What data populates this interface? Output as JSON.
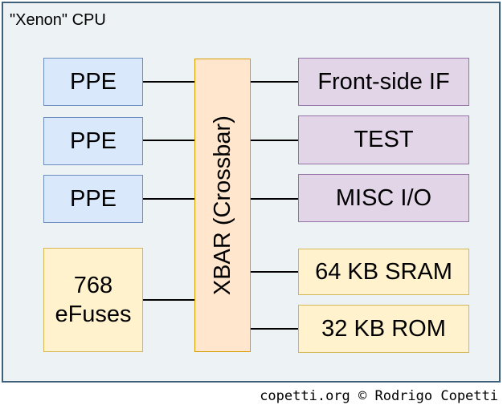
{
  "diagram": {
    "title": "\"Xenon\" CPU",
    "nodes": {
      "ppe1": {
        "label": "PPE"
      },
      "ppe2": {
        "label": "PPE"
      },
      "ppe3": {
        "label": "PPE"
      },
      "efuses": {
        "line1": "768",
        "line2": "eFuses"
      },
      "xbar": {
        "label": "XBAR (Crossbar)"
      },
      "frontside_if": {
        "label": "Front-side IF"
      },
      "test": {
        "label": "TEST"
      },
      "misc_io": {
        "label": "MISC I/O"
      },
      "sram": {
        "label": "64 KB SRAM"
      },
      "rom": {
        "label": "32 KB ROM"
      }
    },
    "connections": [
      {
        "from": "ppe1",
        "to": "xbar"
      },
      {
        "from": "ppe2",
        "to": "xbar"
      },
      {
        "from": "ppe3",
        "to": "xbar"
      },
      {
        "from": "efuses",
        "to": "xbar"
      },
      {
        "from": "xbar",
        "to": "frontside_if"
      },
      {
        "from": "xbar",
        "to": "test"
      },
      {
        "from": "xbar",
        "to": "misc_io"
      },
      {
        "from": "xbar",
        "to": "sram"
      },
      {
        "from": "xbar",
        "to": "rom"
      }
    ],
    "colors": {
      "container_fill": "#edf2f5",
      "container_stroke": "#3f607a",
      "blue_fill": "#dae8fc",
      "blue_stroke": "#6c8ebf",
      "orange_fill": "#ffe6cc",
      "orange_stroke": "#d79b00",
      "purple_fill": "#e1d5e7",
      "purple_stroke": "#9673a6",
      "yellow_fill": "#fff2cc",
      "yellow_stroke": "#d6b656",
      "connector": "#000000"
    }
  },
  "footer": {
    "credit": "copetti.org © Rodrigo Copetti"
  }
}
